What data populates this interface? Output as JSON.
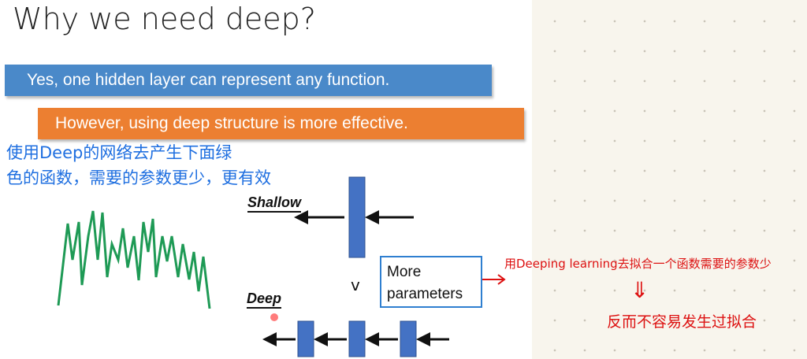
{
  "slide": {
    "title": "Why we need deep?",
    "point1": "Yes, one hidden layer can represent any function.",
    "point2": "However, using deep structure is more effective.",
    "shallow_label": "Shallow",
    "deep_label": "Deep",
    "comparison": "v",
    "box_text": "More parameters"
  },
  "annotations": {
    "blue_line1": "使用Deep的网络去产生下面绿",
    "blue_line2": "色的函数，需要的参数更少，更有效",
    "red_line1": "用Deeping learning去拟合一个函数需要的参数少",
    "red_arrow": "⇓",
    "red_line2": "反而不容易发生过拟合"
  },
  "colors": {
    "blue_bar": "#4a89c9",
    "orange_bar": "#ec7f31",
    "green_curve": "#1e9a55",
    "annotation_blue": "#1f6fe0",
    "annotation_red": "#d11111"
  }
}
